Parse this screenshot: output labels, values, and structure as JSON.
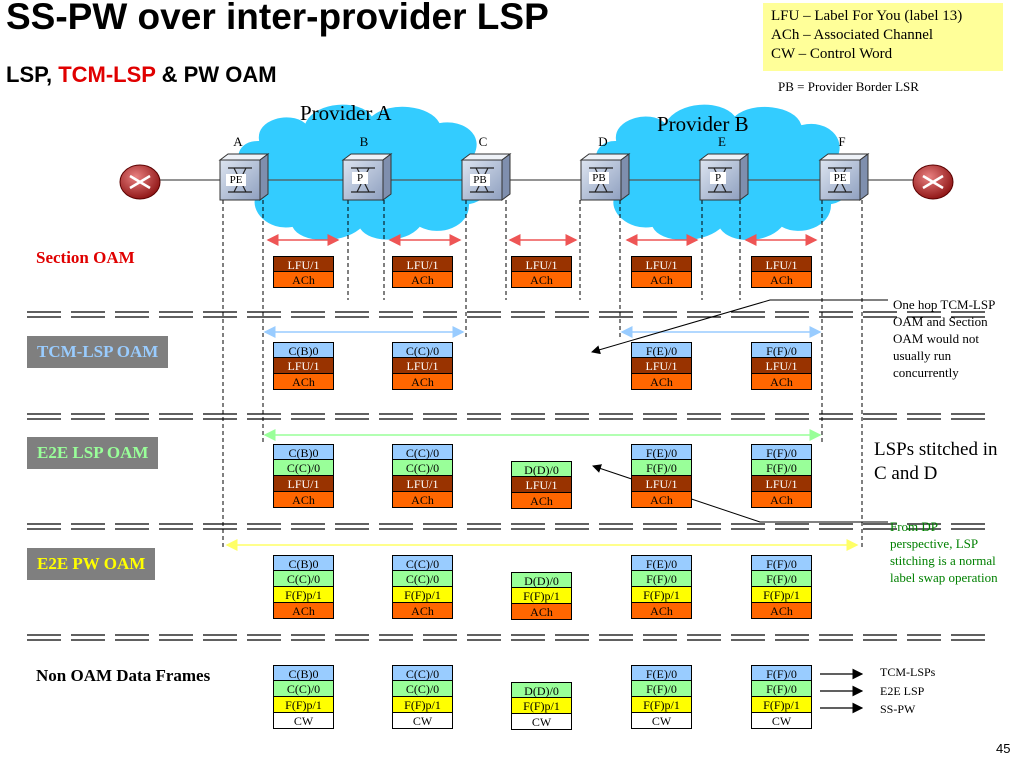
{
  "title": "SS-PW over inter-provider LSP",
  "subtitle": {
    "part1": "LSP, ",
    "part2": "TCM-LSP",
    "part3": " & PW OAM"
  },
  "legend": {
    "line1": "LFU – Label For You (label 13)",
    "line2": "ACh – Associated Channel",
    "line3": "CW – Control Word"
  },
  "pb_note": "PB = Provider Border LSR",
  "providers": {
    "a": "Provider A",
    "b": "Provider B"
  },
  "nodes": [
    {
      "letter": "A",
      "label": "PE"
    },
    {
      "letter": "B",
      "label": "P"
    },
    {
      "letter": "C",
      "label": "PB"
    },
    {
      "letter": "D",
      "label": "PB"
    },
    {
      "letter": "E",
      "label": "P"
    },
    {
      "letter": "F",
      "label": "PE"
    }
  ],
  "sections": {
    "section_oam": "Section OAM",
    "tcm_lsp_oam": "TCM-LSP OAM",
    "e2e_lsp_oam": "E2E LSP OAM",
    "e2e_pw_oam": "E2E PW OAM",
    "non_oam": "Non OAM Data Frames"
  },
  "colors": {
    "tcm_box": "#7f7f7f",
    "tcm_text": "#99ccff",
    "e2e_lsp_text": "#99ff99",
    "e2e_pw_text": "#ffff00",
    "section_oam_text": "#e00000",
    "cloud": "#33ccff",
    "lfu": "#993300",
    "ach": "#ff6600",
    "label": "#99ccff",
    "green": "#99ff99",
    "pw": "#ffff00"
  },
  "stacks": {
    "section": [
      [
        [
          "lfu",
          "LFU/1"
        ],
        [
          "ach",
          "ACh"
        ]
      ],
      [
        [
          "lfu",
          "LFU/1"
        ],
        [
          "ach",
          "ACh"
        ]
      ],
      [
        [
          "lfu",
          "LFU/1"
        ],
        [
          "ach",
          "ACh"
        ]
      ],
      [
        [
          "lfu",
          "LFU/1"
        ],
        [
          "ach",
          "ACh"
        ]
      ],
      [
        [
          "lfu",
          "LFU/1"
        ],
        [
          "ach",
          "ACh"
        ]
      ]
    ],
    "tcm": [
      [
        [
          "lbl",
          "C(B)0"
        ],
        [
          "lfu",
          "LFU/1"
        ],
        [
          "ach",
          "ACh"
        ]
      ],
      [
        [
          "lbl",
          "C(C)/0"
        ],
        [
          "lfu",
          "LFU/1"
        ],
        [
          "ach",
          "ACh"
        ]
      ],
      null,
      [
        [
          "lbl",
          "F(E)/0"
        ],
        [
          "lfu",
          "LFU/1"
        ],
        [
          "ach",
          "ACh"
        ]
      ],
      [
        [
          "lbl",
          "F(F)/0"
        ],
        [
          "lfu",
          "LFU/1"
        ],
        [
          "ach",
          "ACh"
        ]
      ]
    ],
    "e2e_lsp": [
      [
        [
          "lbl",
          "C(B)0"
        ],
        [
          "green",
          "C(C)/0"
        ],
        [
          "lfu",
          "LFU/1"
        ],
        [
          "ach",
          "ACh"
        ]
      ],
      [
        [
          "lbl",
          "C(C)/0"
        ],
        [
          "green",
          "C(C)/0"
        ],
        [
          "lfu",
          "LFU/1"
        ],
        [
          "ach",
          "ACh"
        ]
      ],
      [
        [
          "green",
          "D(D)/0"
        ],
        [
          "lfu",
          "LFU/1"
        ],
        [
          "ach",
          "ACh"
        ]
      ],
      [
        [
          "lbl",
          "F(E)/0"
        ],
        [
          "green",
          "F(F)/0"
        ],
        [
          "lfu",
          "LFU/1"
        ],
        [
          "ach",
          "ACh"
        ]
      ],
      [
        [
          "lbl",
          "F(F)/0"
        ],
        [
          "green",
          "F(F)/0"
        ],
        [
          "lfu",
          "LFU/1"
        ],
        [
          "ach",
          "ACh"
        ]
      ]
    ],
    "e2e_pw": [
      [
        [
          "lbl",
          "C(B)0"
        ],
        [
          "green",
          "C(C)/0"
        ],
        [
          "pw",
          "F(F)p/1"
        ],
        [
          "ach",
          "ACh"
        ]
      ],
      [
        [
          "lbl",
          "C(C)/0"
        ],
        [
          "green",
          "C(C)/0"
        ],
        [
          "pw",
          "F(F)p/1"
        ],
        [
          "ach",
          "ACh"
        ]
      ],
      [
        [
          "green",
          "D(D)/0"
        ],
        [
          "pw",
          "F(F)p/1"
        ],
        [
          "ach",
          "ACh"
        ]
      ],
      [
        [
          "lbl",
          "F(E)/0"
        ],
        [
          "green",
          "F(F)/0"
        ],
        [
          "pw",
          "F(F)p/1"
        ],
        [
          "ach",
          "ACh"
        ]
      ],
      [
        [
          "lbl",
          "F(F)/0"
        ],
        [
          "green",
          "F(F)/0"
        ],
        [
          "pw",
          "F(F)p/1"
        ],
        [
          "ach",
          "ACh"
        ]
      ]
    ],
    "non_oam": [
      [
        [
          "lbl",
          "C(B)0"
        ],
        [
          "green",
          "C(C)/0"
        ],
        [
          "pw",
          "F(F)p/1"
        ],
        [
          "cw",
          "CW"
        ]
      ],
      [
        [
          "lbl",
          "C(C)/0"
        ],
        [
          "green",
          "C(C)/0"
        ],
        [
          "pw",
          "F(F)p/1"
        ],
        [
          "cw",
          "CW"
        ]
      ],
      [
        [
          "green",
          "D(D)/0"
        ],
        [
          "pw",
          "F(F)p/1"
        ],
        [
          "cw",
          "CW"
        ]
      ],
      [
        [
          "lbl",
          "F(E)/0"
        ],
        [
          "green",
          "F(F)/0"
        ],
        [
          "pw",
          "F(F)p/1"
        ],
        [
          "cw",
          "CW"
        ]
      ],
      [
        [
          "lbl",
          "F(F)/0"
        ],
        [
          "green",
          "F(F)/0"
        ],
        [
          "pw",
          "F(F)p/1"
        ],
        [
          "cw",
          "CW"
        ]
      ]
    ]
  },
  "notes": {
    "one_hop": "One hop TCM-LSP OAM and Section OAM would not usually run concurrently",
    "stitched": "LSPs stitched in C and D",
    "dp": "From DP perspective, LSP stitching is a normal label swap operation"
  },
  "arrow_labels": {
    "tcm": "TCM-LSPs",
    "e2e": "E2E LSP",
    "sspw": "SS-PW"
  },
  "page_number": "45"
}
